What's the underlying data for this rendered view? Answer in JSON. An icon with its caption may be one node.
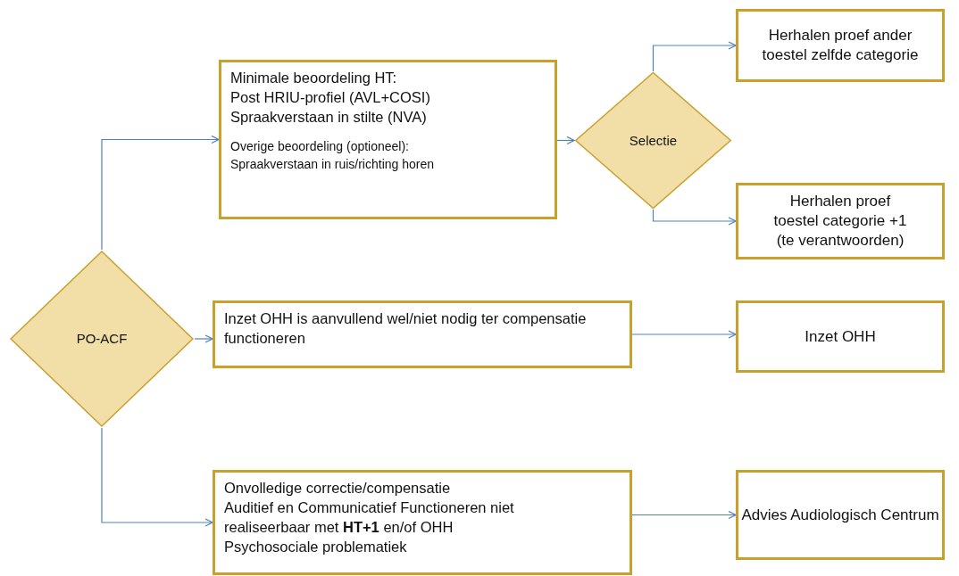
{
  "diagram": {
    "nodes": [
      {
        "text": [
          "PO-ACF"
        ]
      },
      {
        "text": [
          "Minimale beoordeling HT:",
          "Post HRIU-profiel (AVL+COSI)",
          "Spraakverstaan in stilte (NVA)",
          "Overige beoordeling (optioneel):",
          "Spraakverstaan in ruis/richting horen"
        ]
      },
      {
        "text": [
          "Selectie"
        ]
      },
      {
        "text": [
          "Herhalen proef ander toestel zelfde categorie"
        ]
      },
      {
        "text": [
          "Herhalen proef toestel categorie +1 (te verantwoorden)"
        ]
      },
      {
        "text": [
          "Inzet OHH is aanvullend wel/niet nodig ter compensatie functioneren"
        ]
      },
      {
        "text": [
          "Inzet OHH"
        ]
      },
      {
        "text": [
          "Onvolledige correctie/compensatie",
          "Auditief en Communicatief Functioneren niet realiseerbaar met **HT+1** en/of OHH",
          "Psychosociale problematiek"
        ]
      },
      {
        "text": [
          "Advies Audiologisch Centrum"
        ]
      }
    ],
    "edges": [
      {
        "from": 0,
        "to": 1,
        "arrow": "to"
      },
      {
        "from": 0,
        "to": 5,
        "arrow": "to"
      },
      {
        "from": 0,
        "to": 7,
        "arrow": "to"
      },
      {
        "from": 1,
        "to": 2,
        "arrow": "to"
      },
      {
        "from": 2,
        "to": 3,
        "arrow": "to"
      },
      {
        "from": 2,
        "to": 4,
        "arrow": "to"
      },
      {
        "from": 5,
        "to": 6,
        "arrow": "to"
      },
      {
        "from": 7,
        "to": 8,
        "arrow": "to"
      }
    ]
  }
}
